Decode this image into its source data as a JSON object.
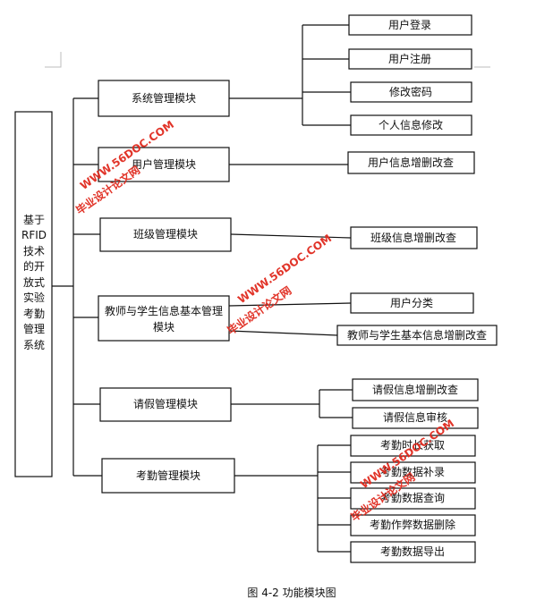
{
  "root": {
    "lines": [
      "基于",
      "RFID",
      "技术",
      "的开",
      "放式",
      "实验",
      "考勤",
      "管理",
      "系统"
    ]
  },
  "modules": [
    {
      "label": [
        "系统管理模块"
      ],
      "children": [
        "用户登录",
        "用户注册",
        "修改密码",
        "个人信息修改"
      ]
    },
    {
      "label": [
        "用户管理模块"
      ],
      "children": [
        "用户信息增删改查"
      ]
    },
    {
      "label": [
        "班级管理模块"
      ],
      "children": [
        "班级信息增删改查"
      ]
    },
    {
      "label": [
        "教师与学生信息基本管理",
        "模块"
      ],
      "children": [
        "用户分类",
        "教师与学生基本信息增删改查"
      ]
    },
    {
      "label": [
        "请假管理模块"
      ],
      "children": [
        "请假信息增删改查",
        "请假信息审核"
      ]
    },
    {
      "label": [
        "考勤管理模块"
      ],
      "children": [
        "考勤时长获取",
        "考勤数据补录",
        "考勤数据查询",
        "考勤作弊数据删除",
        "考勤数据导出"
      ]
    }
  ],
  "caption": "图 4-2 功能模块图",
  "watermarks": [
    {
      "cn": "毕业设计论文网",
      "url": "WWW.56DOC.COM"
    },
    {
      "cn": "毕业设计论文网",
      "url": "WWW.56DOC.COM"
    },
    {
      "cn": "毕业设计论文网",
      "url": "WWW.56DOC.COM"
    }
  ],
  "colors": {
    "stroke": "#111111",
    "watermark": "#e02a1e",
    "background": "#ffffff"
  }
}
